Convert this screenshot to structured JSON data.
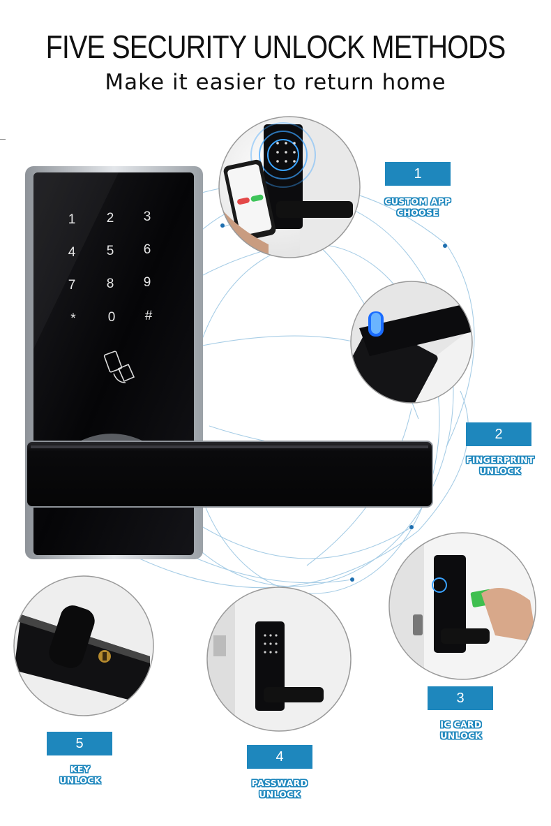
{
  "header": {
    "title": "FIVE SECURITY UNLOCK METHODS",
    "subtitle": "Make it easier to return home"
  },
  "keypad": {
    "keys": [
      "1",
      "2",
      "3",
      "4",
      "5",
      "6",
      "7",
      "8",
      "9",
      "*",
      "0",
      "#"
    ]
  },
  "methods": [
    {
      "number": "1",
      "caption": [
        "CUSTOM APP",
        "CHOOSE"
      ]
    },
    {
      "number": "2",
      "caption": [
        "FINGERPRINT",
        "UNLOCK"
      ]
    },
    {
      "number": "3",
      "caption": [
        "IC CARD",
        "UNLOCK"
      ]
    },
    {
      "number": "4",
      "caption": [
        "PASSWARD",
        "UNLOCK"
      ]
    },
    {
      "number": "5",
      "caption": [
        "KEY",
        "UNLOCK"
      ]
    }
  ],
  "colors": {
    "badge": "#1e87bd",
    "lock_panel": "#0b0b0d",
    "lock_frame": "#b8bcc2",
    "orbit_lines": "#9ec8e6",
    "dots": "#1e6fb0"
  }
}
